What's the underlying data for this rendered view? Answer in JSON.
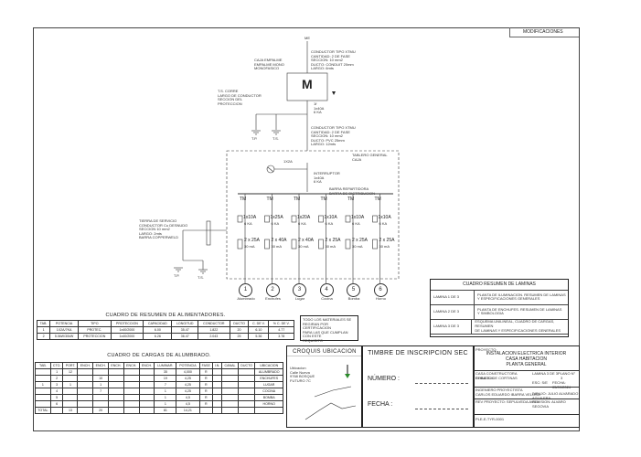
{
  "sheet": {
    "modifications_label": "MODIFICACIONES"
  },
  "supply": {
    "top_label": "ME",
    "top_note": "CONDUCTOR TIPO XTMU\nCANTIDAD: 2 DE FASE\nSECCION: 10 mm2\nDUCTO: CONDUIT 20mm\nLARGO: 6mts",
    "meter_note": "CAJA EMPALME\nEMPALME MONO\nMONOFASICO",
    "meter_letter": "M",
    "meter_rating": "1f\n1x40A\n6 KA",
    "ground_note_1": "T.S. CORRE\nLARGO DE CONDUCTOR\nSECCION DEL\nPROTECCION",
    "ground_note_2": "CONDUCTOR TIPO XTMU\nCANTIDAD: 2 DE FASE\nSECCION: 10 mm2\nDUCTO: PVC 25mm\nLARGO: 12mts",
    "tp_label": "T.P.",
    "ts_label": "T.S."
  },
  "panel": {
    "main_label": "1X2A",
    "main_note": "TABLERO GENERAL\nCAJA",
    "breaker_note": "INTERRUPTOR\n1x40A\n6 KA",
    "breaker_rating": "1x40A\n6 KA",
    "ground_note": "TIERRA DE SERVICIO\nCONDUCTOR Cu DESNUDO\nSECCION 10 mm2\nLARGO: 2mts\nBARRA COPPERWELD",
    "feeder_note": "BARRA REPARTIDORA\nBARRA DE DISTRIBUCION",
    "tp_label": "T.P.",
    "ts_label": "T.S.",
    "circuits": [
      {
        "tag": "TM",
        "breaker": "1x10A",
        "ka": "6 KA",
        "diff": "2 x 25A",
        "ma": "30 mA",
        "num": "1",
        "name": "Alumbrado"
      },
      {
        "tag": "TM",
        "breaker": "1x25A",
        "ka": "6 KA",
        "diff": "2 x 40A",
        "ma": "30 mA",
        "num": "2",
        "name": "Enchufes"
      },
      {
        "tag": "TM",
        "breaker": "1x20A",
        "ka": "6 KA",
        "diff": "2 x 40A",
        "ma": "30 mA",
        "num": "3",
        "name": "Lugar"
      },
      {
        "tag": "TM",
        "breaker": "1x10A",
        "ka": "6 KA",
        "diff": "2 x 25A",
        "ma": "30 mA",
        "num": "4",
        "name": "Cocina"
      },
      {
        "tag": "TM",
        "breaker": "1x10A",
        "ka": "6 KA",
        "diff": "2 x 25A",
        "ma": "30 mA",
        "num": "5",
        "name": "Bomba"
      },
      {
        "tag": "TM",
        "breaker": "1x10A",
        "ka": "6 KA",
        "diff": "2 x 25A",
        "ma": "30 mA",
        "num": "6",
        "name": "Horno"
      }
    ]
  },
  "lamps_summary": {
    "title": "CUADRO RESUMEN DE LAMINAS",
    "rows": [
      {
        "sheet": "LAMINA 1 DE 3",
        "desc": "PLANTA DE ILUMINACION. RESUMEN DE LAMINAS\nY ESPECIFICACIONES GENERALES"
      },
      {
        "sheet": "LAMINA 2 DE 3",
        "desc": "PLANTA DE ENCHUFES. RESUMEN DE LAMINAS\nY SIMBOLOGIA"
      },
      {
        "sheet": "LAMINA 3 DE 3",
        "desc": "ESQUEMA UNILINEAL, CUADRO DE CARGAS, RESUMEN\nDE LAMINAS Y ESPECIFICACIONES GENERALES"
      }
    ]
  },
  "feeders": {
    "title": "CUADRO DE RESUMEN DE ALIMENTADORES.",
    "headers": [
      "TAB.",
      "POTENCIA",
      "TIPO",
      "PROTECCION",
      "CAPACIDAD",
      "LONGITUD",
      "CONDUCTOR",
      "DUCTO",
      "C. DE V.",
      "% C. DE V."
    ],
    "rows": [
      [
        "1",
        "1X2A/7KA",
        "PROTEC.",
        "1x40/2000",
        "6.00",
        "35.47",
        "1.822",
        "20",
        "6.10",
        "4.77"
      ],
      [
        "2",
        "5.0kW/30kW",
        "PROTECCION",
        "1x40/2000",
        "6.26",
        "36.47",
        "2.043",
        "25",
        "5.36",
        "3.78"
      ]
    ]
  },
  "notes_box": {
    "text": "TODO LOS MATERIALES SE\nREGIRAN POR CERTIFICACION\nPARA LAS QUE CUMPLAN CON ESTE\nREQUISITO"
  },
  "loads": {
    "title": "CUADRO DE CARGAS DE ALUMBRADO.",
    "headers": [
      "TAB.",
      "CTO.",
      "PORT.",
      "ENCH.",
      "ENCH.",
      "ENCH.",
      "ENCH.",
      "ENCH.",
      "LUMINAR.",
      "POTENCIA",
      "FASE",
      "I.N.",
      "CANAL",
      "DUCTO",
      "UBICACION"
    ],
    "rows": [
      [
        "",
        "1",
        "12",
        "",
        "",
        "",
        "",
        "",
        "35",
        "4,000",
        "R",
        "",
        "",
        "",
        "ALUMBRADO"
      ],
      [
        "",
        "2",
        "",
        "",
        "10",
        "",
        "",
        "",
        "19",
        "4,25",
        "R",
        "",
        "",
        "",
        "ENCHUFES"
      ],
      [
        "1",
        "3",
        "1",
        "",
        "1",
        "",
        "",
        "",
        "7",
        "4,25",
        "R",
        "",
        "",
        "",
        "LUGAR"
      ],
      [
        "",
        "4",
        "",
        "",
        "7",
        "",
        "",
        "",
        "1",
        "4,25",
        "R",
        "",
        "",
        "",
        "COCINA"
      ],
      [
        "",
        "5",
        "",
        "",
        "",
        "",
        "",
        "",
        "1",
        "4,5",
        "R",
        "",
        "",
        "",
        "BOMBA"
      ],
      [
        "",
        "6",
        "",
        "",
        "",
        "",
        "",
        "",
        "1",
        "4,5",
        "R",
        "",
        "",
        "",
        "HORNO"
      ]
    ],
    "total_label": "TOTAL",
    "total_row": [
      "",
      "",
      "13",
      "",
      "20",
      "",
      "",
      "",
      "81",
      "14,21",
      "",
      "",
      "",
      "",
      ""
    ]
  },
  "location": {
    "title": "CROQUIS UBICACION",
    "address": "Ubicacion\nCalle Nueva\n9768 BOSQUE\nFUTURO 7C"
  },
  "stamp": {
    "title": "TIMBRE DE INSCRIPCION SEC",
    "number_label": "NÚMERO :",
    "date_label": "FECHA :"
  },
  "title_block": {
    "project_label": "PROYECTO:",
    "title_lines": [
      "INSTALACION ELECTRICA INTERIOR",
      "CASA HABITACION",
      "PLANTA GENERAL"
    ],
    "owner": "CASA CONSTRUCTORA ROBADO DE CORTINAS",
    "owner2": "CHILE S.A.",
    "sheet": "LAMINA 3 DE 3",
    "plan_no": "PLANO N°",
    "plan_val": "3",
    "scale": "ESC: S/E",
    "date": "FECHA: 05/09/2024",
    "designer": "INGENIERO PROYECTISTA",
    "designer_name": "CARLOS EDUARDO IBARRA VELOSO",
    "drawn": "DIBUJO: JULIO ALVARADO AGUILERA",
    "review": "REVISION: ALVARO SEGOVIA",
    "project_id": "REV PROYECTO: SEPULVEDA AVILA",
    "code": "PLE-E-TYR-0001"
  }
}
